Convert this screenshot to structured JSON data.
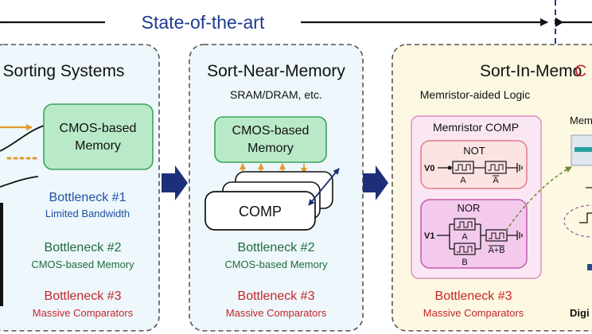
{
  "header": {
    "title": "State-of-the-art"
  },
  "panels": [
    {
      "id": "sorting-systems",
      "title": "Sorting Systems",
      "memory_label": [
        "CMOS-based",
        "Memory"
      ],
      "bottlenecks": [
        {
          "name": "Bottleneck #1",
          "desc": "Limited Bandwidth",
          "color": "#1f4fa8"
        },
        {
          "name": "Bottleneck #2",
          "desc": "CMOS-based Memory",
          "color": "#1e6b3f"
        },
        {
          "name": "Bottleneck #3",
          "desc": "Massive Comparators",
          "color": "#c4262b"
        }
      ]
    },
    {
      "id": "sort-near-memory",
      "title": "Sort-Near-Memory",
      "subtitle": "SRAM/DRAM, etc.",
      "memory_label": [
        "CMOS-based",
        "Memory"
      ],
      "comp_label": "COMP",
      "bottlenecks": [
        {
          "name": "Bottleneck #2",
          "desc": "CMOS-based Memory",
          "color": "#1e6b3f"
        },
        {
          "name": "Bottleneck #3",
          "desc": "Massive Comparators",
          "color": "#c4262b"
        }
      ]
    },
    {
      "id": "sort-in-memory",
      "title": "Sort-In-Memo",
      "subtitle": "Memristor-aided Logic",
      "comp_box_title": "Memristor COMP",
      "not_gate": {
        "label": "NOT",
        "input": "V0",
        "out_a": "A",
        "out_abar": "A"
      },
      "nor_gate": {
        "label": "NOR",
        "input": "V1",
        "in_a": "A",
        "in_b": "B",
        "out": "A+B"
      },
      "bottlenecks": [
        {
          "name": "Bottleneck #3",
          "desc": "Massive Comparators",
          "color": "#c4262b"
        }
      ],
      "right_edge_labels": [
        "C",
        "Mem",
        "Digi"
      ]
    }
  ],
  "colors": {
    "accent_blue": "#1f3a93",
    "panel_bg": "#eef7fb",
    "panel_bg_warm": "#fdf8e2",
    "memory_green": "#b9eac8",
    "memory_border": "#3aa35a",
    "arrow_orange": "#e39a2d",
    "arrow_navy": "#1e2f7a",
    "gate_pink": "#fbe3e3",
    "gate_pink_border": "#e07a8a",
    "comp_box_bg": "#fbe7f3",
    "comp_box_border": "#d98cc0"
  }
}
